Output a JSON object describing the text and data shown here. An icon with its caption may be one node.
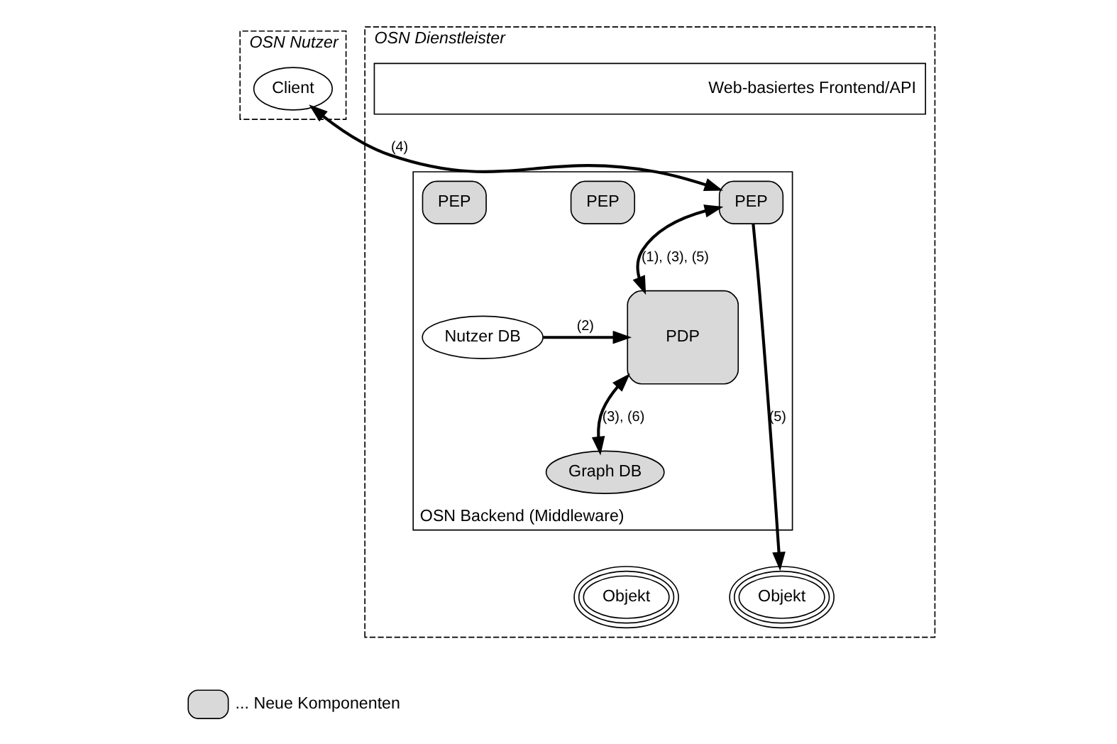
{
  "diagram": {
    "nodes": [
      {
        "text": [
          "OSN Nutzer"
        ]
      },
      {
        "text": [
          "Client"
        ],
        "in": 0
      },
      {
        "text": [
          "OSN Dienstleister"
        ]
      },
      {
        "text": [
          "Web-basiertes Frontend/API"
        ],
        "in": 2
      },
      {
        "text": [
          "OSN Backend (Middleware)"
        ],
        "in": 2
      },
      {
        "text": [
          "PEP"
        ],
        "in": 4
      },
      {
        "text": [
          "PEP"
        ],
        "in": 4
      },
      {
        "text": [
          "PEP"
        ],
        "in": 4
      },
      {
        "text": [
          "PDP"
        ],
        "in": 4
      },
      {
        "text": [
          "Nutzer DB"
        ],
        "in": 4
      },
      {
        "text": [
          "Graph DB"
        ],
        "in": 4
      },
      {
        "text": [
          "Objekt"
        ],
        "in": 2
      },
      {
        "text": [
          "Objekt"
        ],
        "in": 2
      }
    ],
    "edges": [
      {
        "from": 1,
        "to": 5,
        "arrow": "both",
        "label": "(4)"
      },
      {
        "from": 5,
        "to": 11,
        "arrow": "to",
        "label": "(5)"
      },
      {
        "from": 5,
        "to": 8,
        "arrow": "both",
        "label": "(1), (3), (5)"
      },
      {
        "from": 9,
        "to": 8,
        "arrow": "to",
        "label": "(2)"
      },
      {
        "from": 8,
        "to": 10,
        "arrow": "both",
        "label": "(3), (6)"
      }
    ],
    "legend": [
      {
        "text": "... Neue Komponenten",
        "color": "#d9d9d9"
      }
    ]
  }
}
